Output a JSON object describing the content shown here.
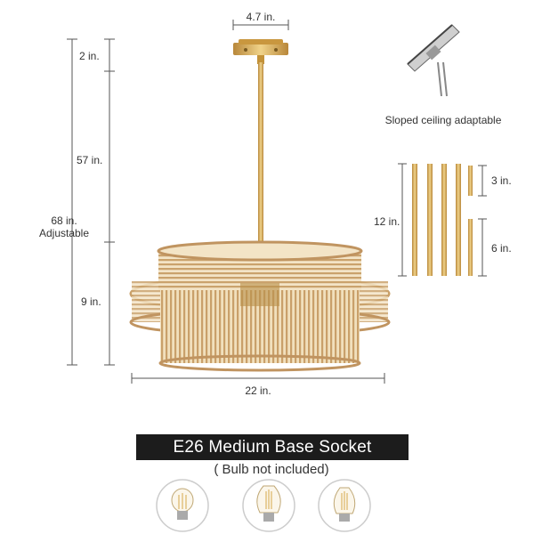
{
  "dimensions": {
    "canopy_width": "4.7 in.",
    "canopy_height": "2 in.",
    "rod_length": "57 in.",
    "total_height": "68 in.",
    "total_height_note": "Adjustable",
    "shade_height": "9 in.",
    "shade_width": "22 in."
  },
  "sloped_ceiling": {
    "label": "Sloped ceiling adaptable"
  },
  "rods": {
    "total_label": "12 in.",
    "short_label": "3 in.",
    "medium_label": "6 in."
  },
  "socket": {
    "title": "E26 Medium Base Socket",
    "note": "( Bulb not included)"
  },
  "bulbs": [
    "a19-bulb-icon",
    "st64-bulb-icon",
    "st58-bulb-icon"
  ],
  "colors": {
    "gold": "#d4a84a",
    "rattan": "#d9b98a",
    "banner": "#1c1c1c"
  }
}
